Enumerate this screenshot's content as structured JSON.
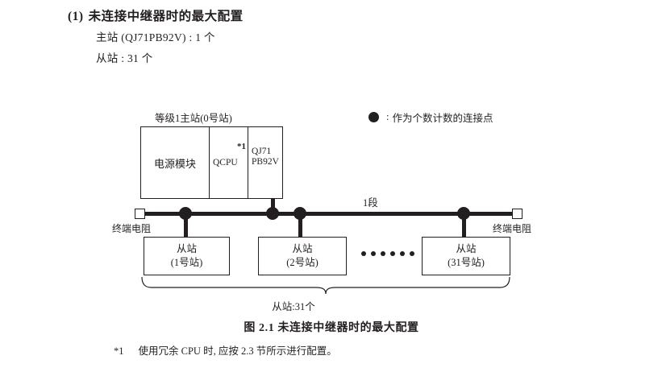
{
  "heading": {
    "number": "(1)",
    "text": "未连接中继器时的最大配置"
  },
  "spec": {
    "master": "主站 (QJ71PB92V) : 1 个",
    "slave": "从站 : 31 个"
  },
  "legend": {
    "icon": "filled-circle-icon",
    "colon": ":",
    "text": "作为个数计数的连接点"
  },
  "diagram": {
    "rack_label": "等级1主站(0号站)",
    "rack_cells": [
      {
        "label": "电源模块",
        "note": ""
      },
      {
        "label": "QCPU",
        "note": "*1"
      },
      {
        "label": "QJ71\nPB92V",
        "note": ""
      }
    ],
    "cpu_label": "QCPU",
    "cpu_note": "*1",
    "pb_label_line1": "QJ71",
    "pb_label_line2": "PB92V",
    "power_label": "电源模块",
    "segment_label": "1段",
    "terminator_left": "终端电阻",
    "terminator_right": "终端电阻",
    "slaves": [
      {
        "title": "从站",
        "station": "(1号站)"
      },
      {
        "title": "从站",
        "station": "(2号站)"
      },
      {
        "title": "从站",
        "station": "(31号站)"
      }
    ],
    "ellipsis_count": 6,
    "brace_label": "从站:31个"
  },
  "figure_caption": "图 2.1  未连接中继器时的最大配置",
  "footnote": {
    "mark": "*1",
    "text": "使用冗余 CPU 时, 应按 2.3 节所示进行配置。"
  },
  "colors": {
    "ink": "#231f20",
    "paper": "#ffffff"
  }
}
